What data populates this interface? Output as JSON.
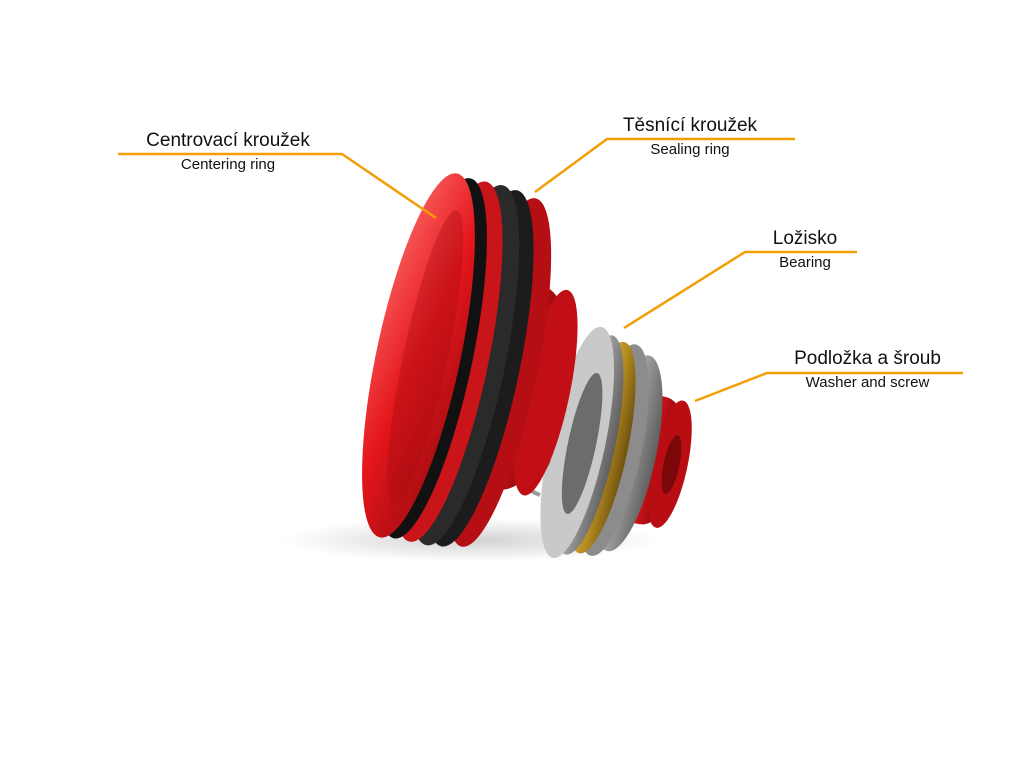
{
  "colors": {
    "leader_line": "#f29f05",
    "aluminium_red": "#e3161b",
    "oring_black": "#1a1a1a",
    "steel": "#a9a9a9",
    "brass": "#b58a1e"
  },
  "labels": {
    "centering_ring": {
      "cz": "Centrovací kroužek",
      "en": "Centering ring"
    },
    "sealing_ring": {
      "cz": "Těsnící kroužek",
      "en": "Sealing ring"
    },
    "bearing": {
      "cz": "Ložisko",
      "en": "Bearing"
    },
    "washer_screw": {
      "cz": "Podložka a šroub",
      "en": "Washer and screw"
    }
  }
}
